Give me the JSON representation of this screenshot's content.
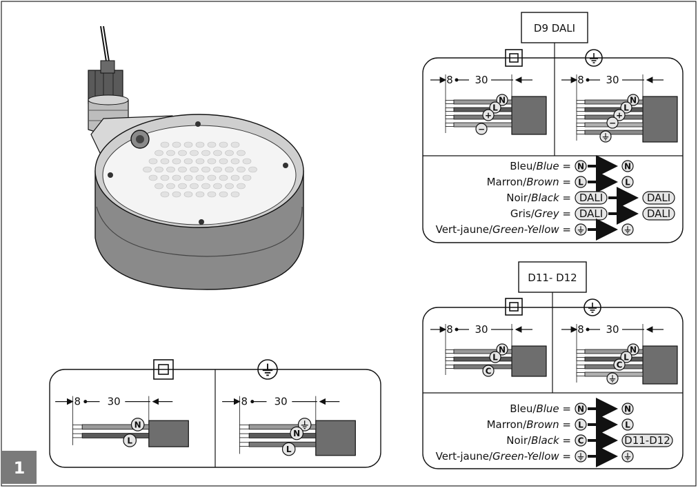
{
  "page_number": "1",
  "d9": {
    "title": "D9 DALI",
    "dim_strip": "8",
    "dim_insulation": "30",
    "legend": [
      {
        "fr": "Bleu",
        "en": "Blue",
        "src": "N",
        "dst": "N"
      },
      {
        "fr": "Marron",
        "en": "Brown",
        "src": "L",
        "dst": "L"
      },
      {
        "fr": "Noir",
        "en": "Black",
        "src": "DALI",
        "dst": "DALI"
      },
      {
        "fr": "Gris",
        "en": "Grey",
        "src": "DALI",
        "dst": "DALI"
      },
      {
        "fr": "Vert-jaune",
        "en": "Green-Yellow",
        "src": "earth",
        "dst": "earth"
      }
    ],
    "left_wires": [
      "N",
      "L",
      "+",
      "−"
    ],
    "right_wires": [
      "N",
      "L",
      "+",
      "−",
      "earth"
    ]
  },
  "d11": {
    "title": "D11- D12",
    "dim_strip": "8",
    "dim_insulation": "30",
    "legend": [
      {
        "fr": "Bleu",
        "en": "Blue",
        "src": "N",
        "dst": "N"
      },
      {
        "fr": "Marron",
        "en": "Brown",
        "src": "L",
        "dst": "L"
      },
      {
        "fr": "Noir",
        "en": "Black",
        "src": "C",
        "dst": "D11-D12"
      },
      {
        "fr": "Vert-jaune",
        "en": "Green-Yellow",
        "src": "earth",
        "dst": "earth"
      }
    ],
    "left_wires": [
      "N",
      "L",
      "C"
    ],
    "right_wires": [
      "N",
      "L",
      "C",
      "earth"
    ]
  },
  "basic": {
    "dim_strip": "8",
    "dim_insulation": "30",
    "left_wires": [
      "N",
      "L"
    ],
    "right_wires": [
      "earth",
      "N",
      "L"
    ]
  },
  "symbols": {
    "double_insulation": "class-II-icon",
    "earth": "earth-icon"
  }
}
